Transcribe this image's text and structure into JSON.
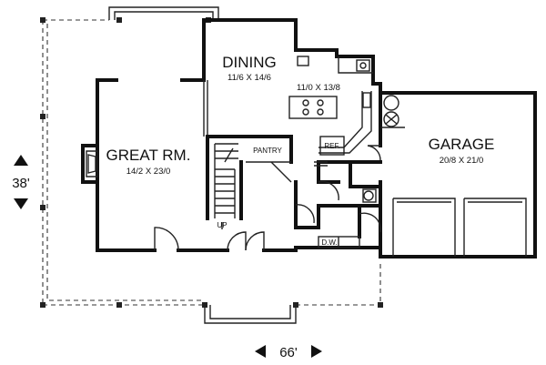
{
  "rooms": {
    "great_room": {
      "name": "GREAT RM.",
      "size": "14/2 X 23/0"
    },
    "dining": {
      "name": "DINING",
      "size": "11/6 X 14/6"
    },
    "kitchen": {
      "size": "11/0 X 13/8"
    },
    "garage": {
      "name": "GARAGE",
      "size": "20/8 X 21/0"
    }
  },
  "labels": {
    "pantry": "PANTRY",
    "ref": "REF.",
    "up": "UP",
    "dw": "D.W."
  },
  "dimensions": {
    "depth": "38'",
    "width": "66'"
  }
}
